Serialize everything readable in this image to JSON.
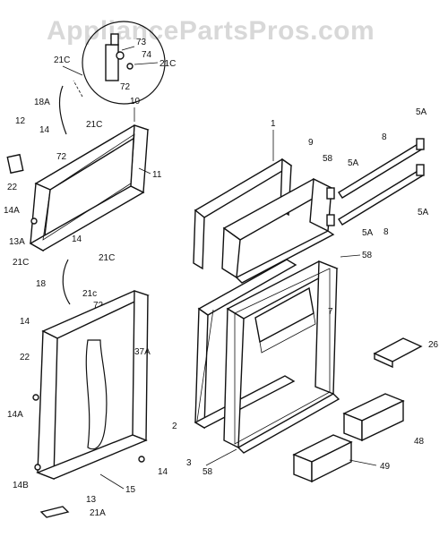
{
  "watermark": "AppliancePartsPros.com",
  "callouts": {
    "c73": "73",
    "c74": "74",
    "c21c_top": "21C",
    "c72_top": "72",
    "c21c_right": "21C",
    "c18a": "18A",
    "c10": "10",
    "c21c_mid": "21C",
    "c12": "12",
    "c14_a": "14",
    "c72_a": "72",
    "c22_a": "22",
    "c11": "11",
    "c14a_a": "14A",
    "c13a": "13A",
    "c14_b": "14",
    "c21c_b": "21C",
    "c21c_c": "21C",
    "c18": "18",
    "c21c_lower": "21c",
    "c72_b": "72",
    "c14_c": "14",
    "c22_b": "22",
    "c37a": "37A",
    "c14a_b": "14A",
    "c14b": "14B",
    "c14_d": "14",
    "c15": "15",
    "c13": "13",
    "c21a": "21A",
    "c1": "1",
    "c9": "9",
    "c58_a": "58",
    "c5a_a": "5A",
    "c8_a": "8",
    "c5a_b": "5A",
    "c8_b": "8",
    "c5a_c": "5A",
    "c5a_d": "5A",
    "c58_b": "58",
    "c7": "7",
    "c26": "26",
    "c2": "2",
    "c3": "3",
    "c58_c": "58",
    "c48": "48",
    "c49": "49"
  }
}
